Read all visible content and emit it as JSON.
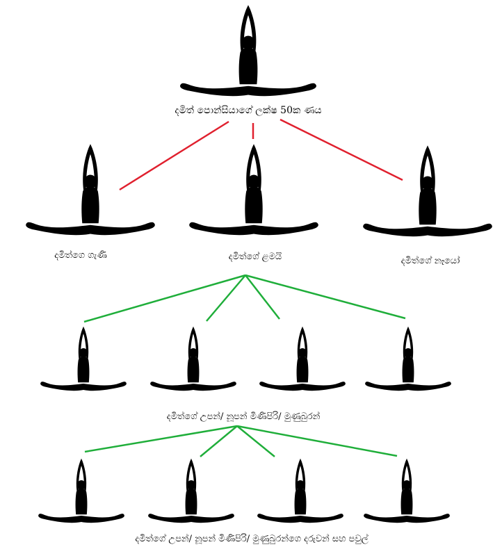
{
  "colors": {
    "figure": "#000000",
    "link_top": "#e0202e",
    "link_lower": "#1fae3a",
    "background": "#ffffff"
  },
  "icon": "split-pose-figure-icon",
  "nodes": {
    "root": "දමිත් පොන්සියාගේ ලක්ෂ 50ක ණය",
    "wife": "දමිත්ගෙ ගැණි",
    "children": "දමිත්ගේ ළමයි",
    "relatives": "දමිත්ගේ නෑයෝ",
    "level3": "දමිත්ගේ උපන්/ නූපන් මිණිපිරි/ මුණුබුරන්",
    "level4": "දමිත්ගේ උපන්/ නූපන් මිණිපිරි/ මුණුබුරන්ගෙ දරුවන් සහ පවුල්"
  }
}
